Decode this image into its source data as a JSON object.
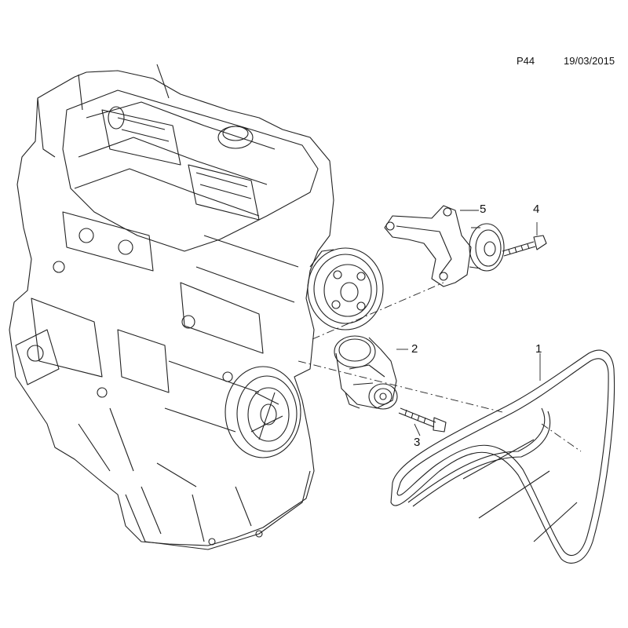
{
  "header": {
    "page_code": "P44",
    "date": "19/03/2015"
  },
  "callouts": [
    {
      "number": "1",
      "part": "belt"
    },
    {
      "number": "2",
      "part": "tensioner"
    },
    {
      "number": "3",
      "part": "tensioner-bolt"
    },
    {
      "number": "4",
      "part": "bracket-bolt"
    },
    {
      "number": "5",
      "part": "idler-bracket"
    }
  ]
}
